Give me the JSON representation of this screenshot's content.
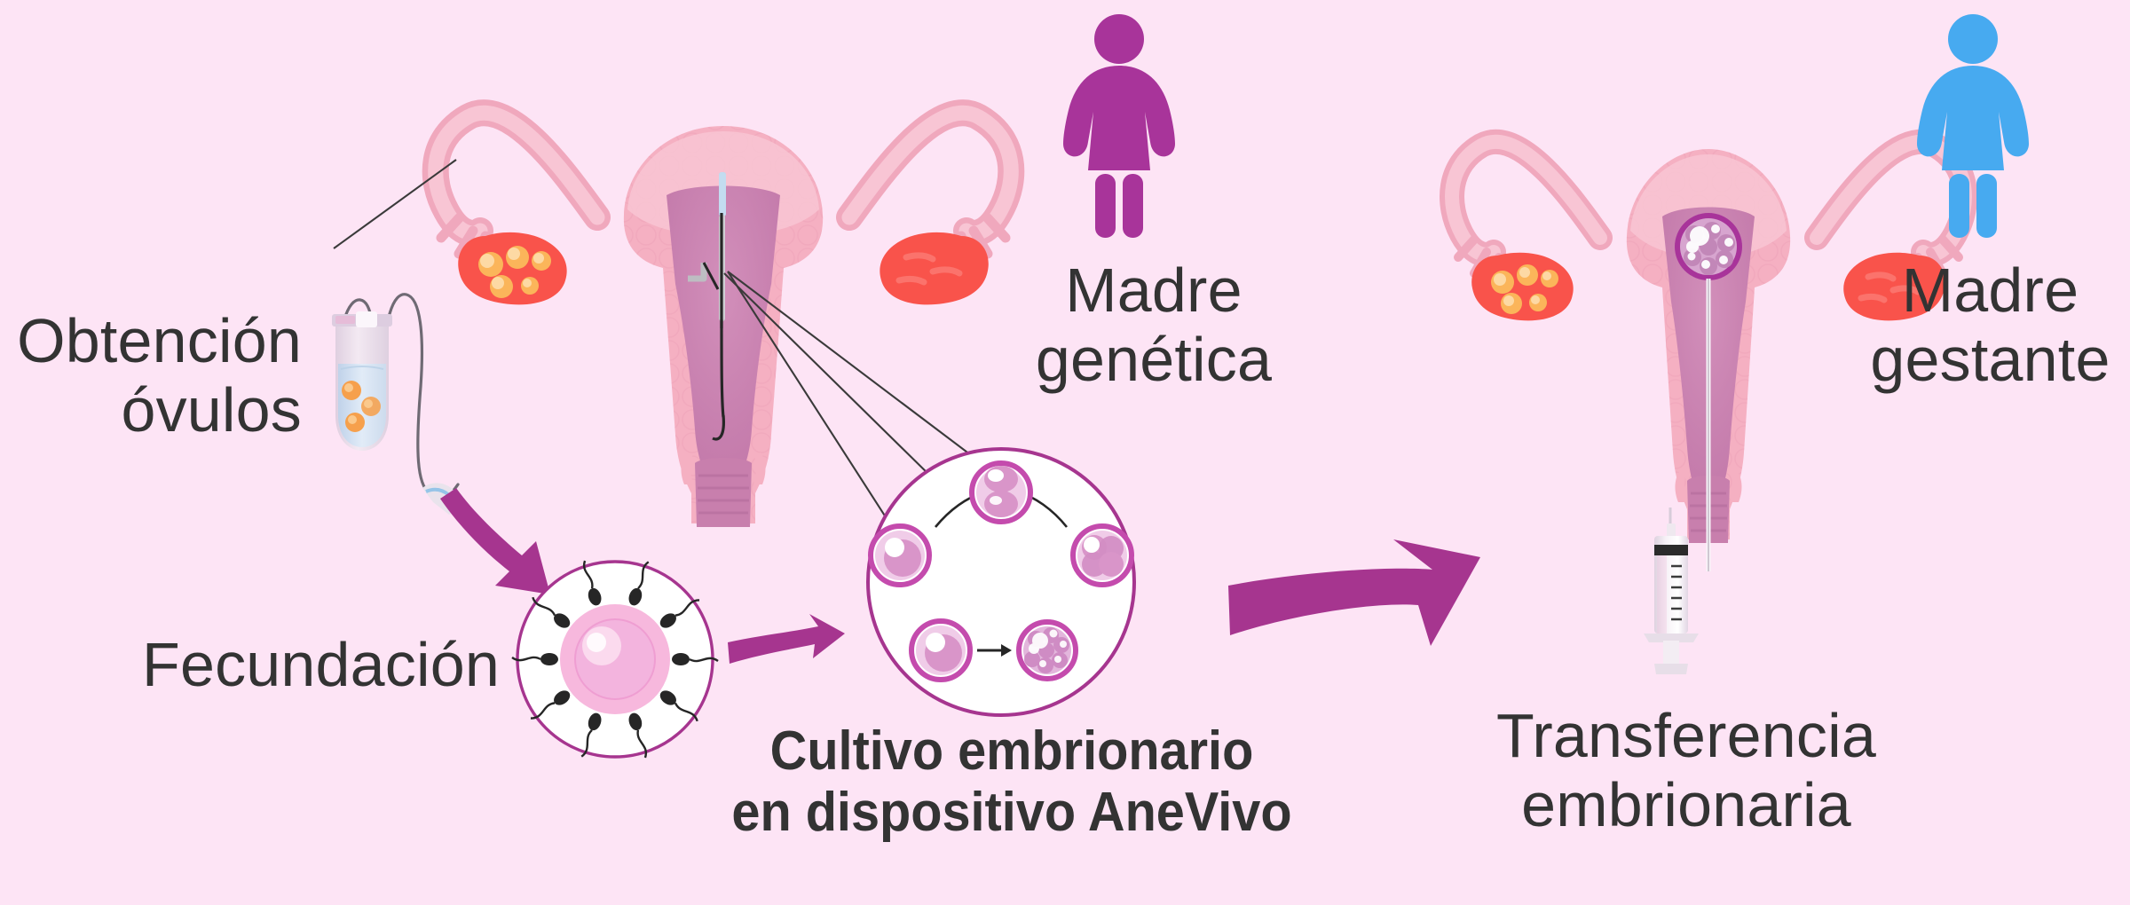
{
  "page": {
    "background_color": "#fde4f5",
    "text_color": "#333333",
    "accent_purple": "#a6358f",
    "embryo_outline": "#b5359c",
    "figure_genetic_color": "#a8349a",
    "figure_gestante_color": "#47aaf0",
    "ovary_color": "#f9534b",
    "follicle_color": "#fbb55a",
    "uterus_pink": "#f3a9bb",
    "uterus_deep": "#c97fae"
  },
  "labels": {
    "egg_retrieval": "Obtención\nóvulos",
    "fertilization": "Fecundación",
    "embryo_culture": "Cultivo embrionario\nen dispositivo AneVivo",
    "embryo_transfer": "Transferencia\nembrionaria",
    "genetic_mother": "Madre\ngenética",
    "gestational_mother": "Madre\ngestante"
  },
  "diagram": {
    "type": "medical-process-flow",
    "title": "AneVivo in-vivo embryo culture with surrogacy",
    "steps": [
      {
        "id": "egg-retrieval",
        "label": "Obtención óvulos",
        "illustration": "test-tube-with-oocytes-and-aspiration-needle",
        "oocyte_count": 3
      },
      {
        "id": "fertilization",
        "label": "Fecundación",
        "illustration": "oocyte-surrounded-by-sperm",
        "sperm_count": 10
      },
      {
        "id": "embryo-culture",
        "label": "Cultivo embrionario en dispositivo AneVivo",
        "illustration": "embryo-development-cycle-in-petri-dish",
        "stages": [
          "zigoto",
          "2-celulas",
          "4-celulas",
          "blastocisto"
        ]
      },
      {
        "id": "embryo-transfer",
        "label": "Transferencia embrionaria",
        "illustration": "uterus-with-catheter-and-syringe"
      }
    ],
    "actors": [
      {
        "id": "genetic-mother",
        "label": "Madre genética",
        "color": "#a8349a",
        "organ": "uterus-with-anevivo-device"
      },
      {
        "id": "gestational-mother",
        "label": "Madre gestante",
        "color": "#47aaf0",
        "organ": "uterus-with-implanted-blastocyst"
      }
    ],
    "arrows": [
      {
        "id": "arrow-retrieval-to-fertilization",
        "direction": "down-right",
        "color": "#a6358f"
      },
      {
        "id": "arrow-fertilization-to-culture",
        "direction": "right",
        "color": "#a6358f"
      },
      {
        "id": "arrow-culture-to-transfer",
        "direction": "right",
        "color": "#a6358f"
      }
    ]
  }
}
